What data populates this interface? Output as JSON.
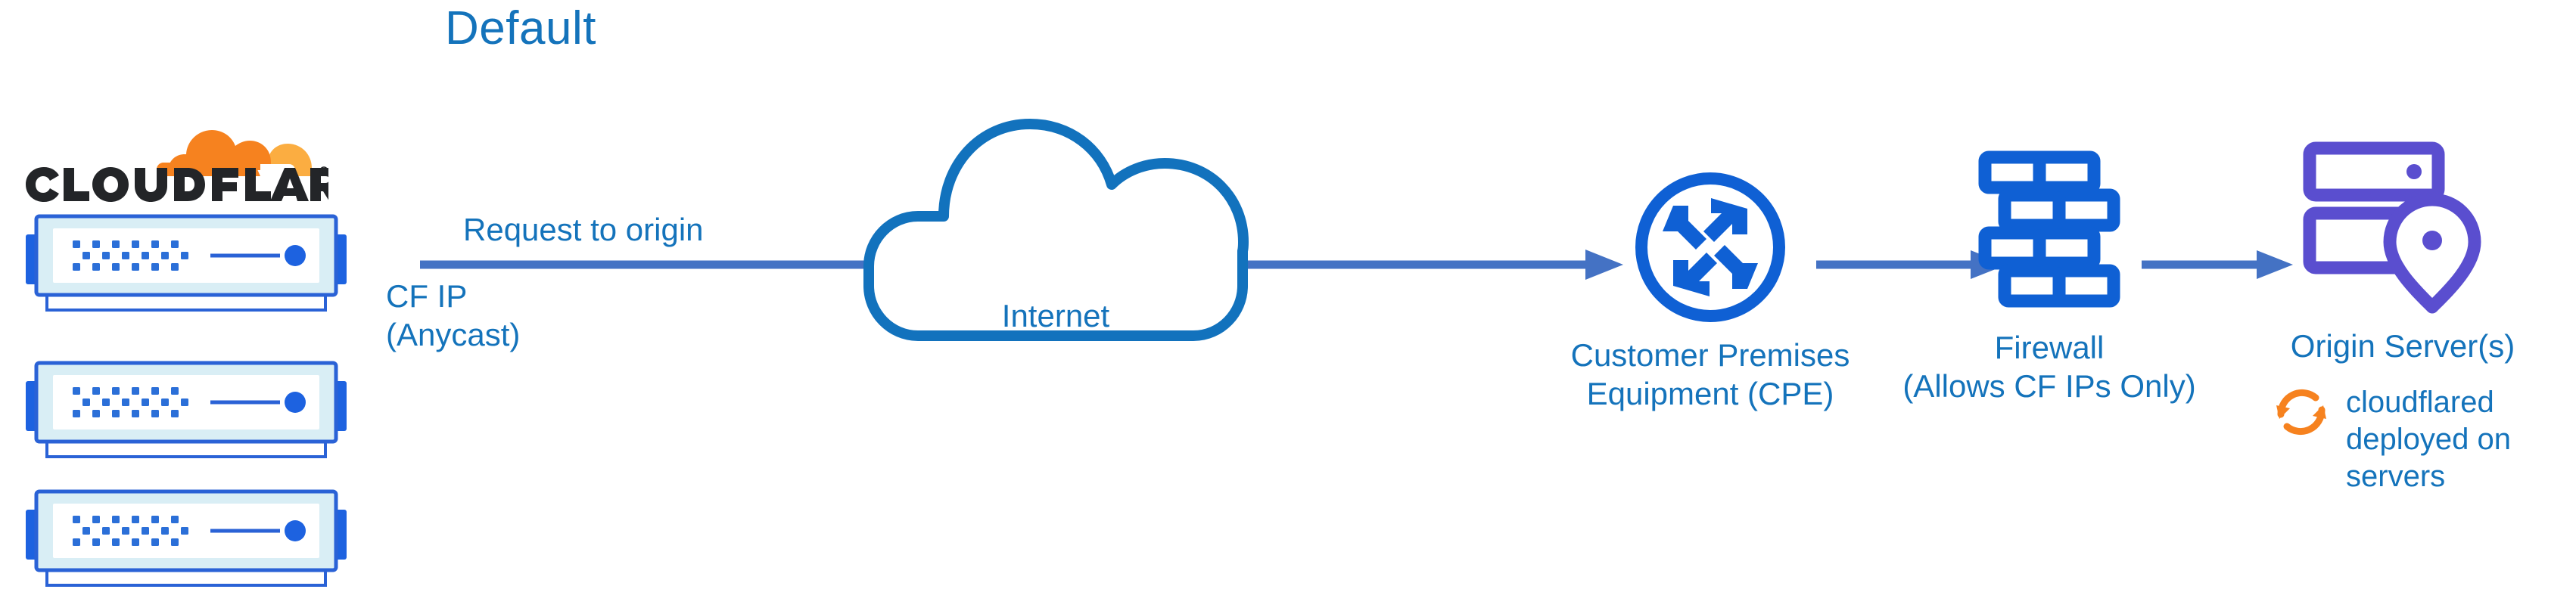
{
  "title": "Default",
  "colors": {
    "title_blue": "#1473bb",
    "label_blue": "#1473bb",
    "arrow_blue": "#4472c4",
    "cloud_outline_blue": "#1272bd",
    "node_blue": "#0f60d4",
    "origin_purple": "#5a4ecf",
    "cloudflare_orange_dark": "#f6821f",
    "cloudflare_orange_light": "#fbad41",
    "wordmark_black": "#232528",
    "switch_fill": "#d9eef5",
    "switch_border": "#2a62d6",
    "switch_tab": "#1d62e0",
    "switch_dot": "#2b6fd8"
  },
  "brand": {
    "logo_name": "cloudflare-logo",
    "wordmark": "CLOUDFLARE",
    "registered_mark": "®"
  },
  "devices": {
    "icon_name": "network-switch-icon",
    "count": 3,
    "items": [
      {
        "name": "cloudflare-edge-switch-1"
      },
      {
        "name": "cloudflare-edge-switch-2"
      },
      {
        "name": "cloudflare-edge-switch-3"
      }
    ]
  },
  "flow": {
    "request_label": "Request to origin",
    "cf_ip_line1": "CF IP",
    "cf_ip_line2": "(Anycast)",
    "arrows": [
      {
        "name": "arrow-edge-to-cpe",
        "from": "cloudflare-edge",
        "to": "cpe",
        "through": "internet"
      },
      {
        "name": "arrow-cpe-to-firewall",
        "from": "cpe",
        "to": "firewall"
      },
      {
        "name": "arrow-firewall-to-origin",
        "from": "firewall",
        "to": "origin-server"
      }
    ]
  },
  "nodes": {
    "internet": {
      "label": "Internet",
      "icon_name": "cloud-icon"
    },
    "cpe": {
      "label_line1": "Customer Premises",
      "label_line2": "Equipment (CPE)",
      "icon_name": "router-icon"
    },
    "firewall": {
      "label_line1": "Firewall",
      "label_line2": "(Allows CF IPs Only)",
      "icon_name": "brick-wall-icon"
    },
    "origin": {
      "label": "Origin Server(s)",
      "icon_name": "server-location-pin-icon"
    }
  },
  "annotation": {
    "icon_name": "sync-arrows-icon",
    "line1": "cloudflared",
    "line2": "deployed on",
    "line3": "servers"
  }
}
